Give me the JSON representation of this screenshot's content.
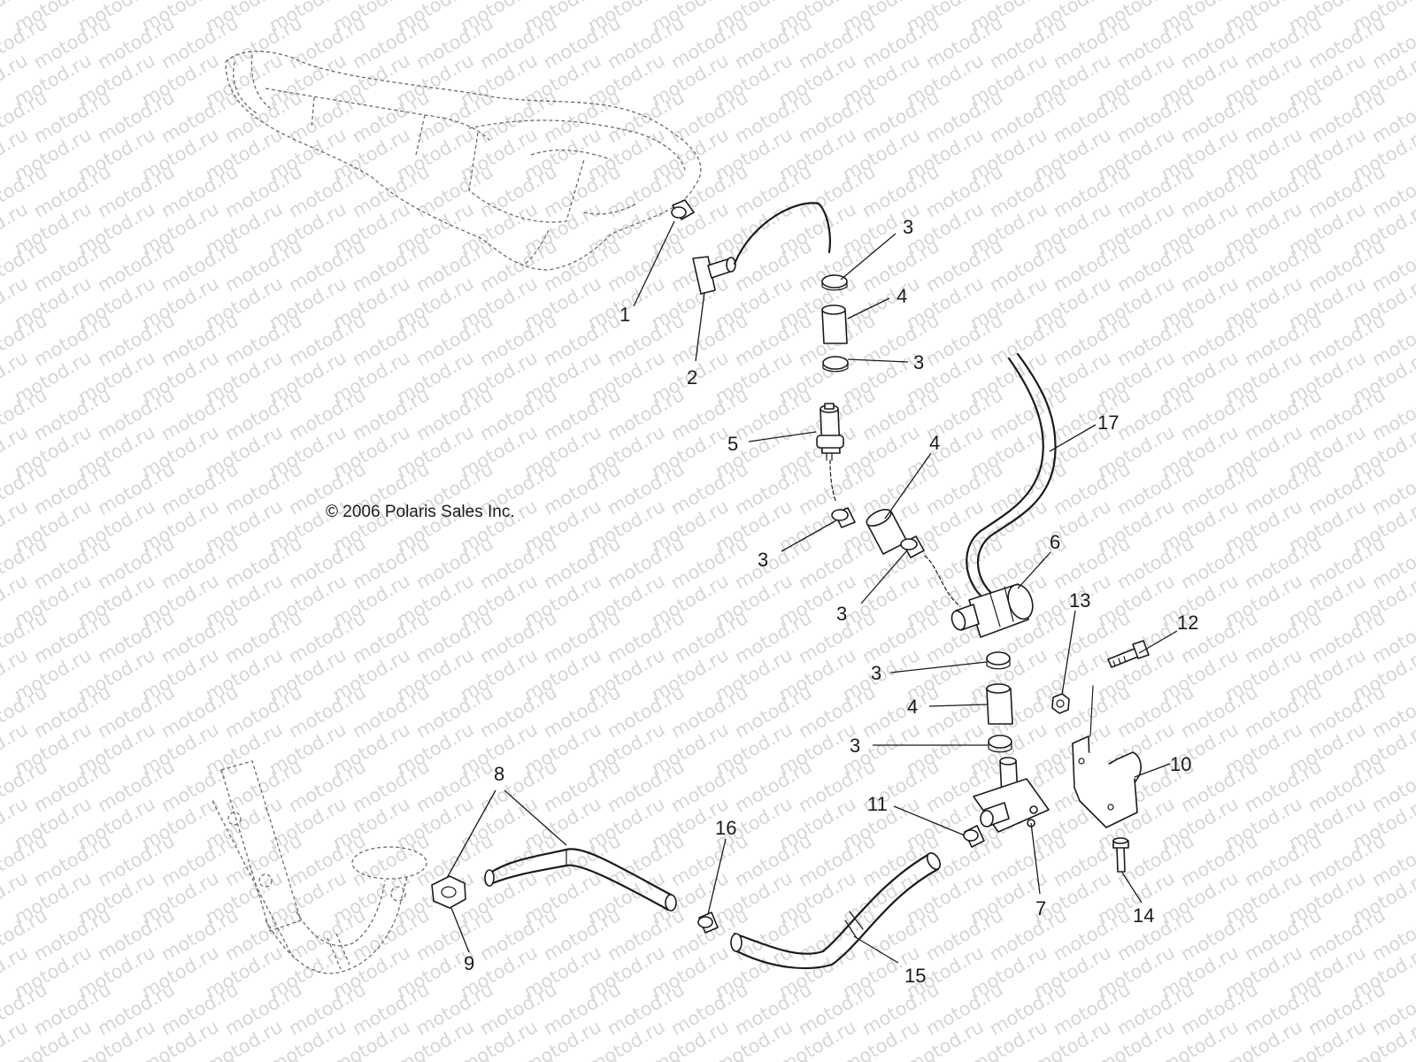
{
  "watermark_text": "motod.ru",
  "copyright": "© 2006 Polaris Sales Inc.",
  "callouts": [
    {
      "id": "c1",
      "text": "1"
    },
    {
      "id": "c2",
      "text": "2"
    },
    {
      "id": "c3a",
      "text": "3"
    },
    {
      "id": "c4a",
      "text": "4"
    },
    {
      "id": "c3b",
      "text": "3"
    },
    {
      "id": "c17",
      "text": "17"
    },
    {
      "id": "c5",
      "text": "5"
    },
    {
      "id": "c4b",
      "text": "4"
    },
    {
      "id": "c3c",
      "text": "3"
    },
    {
      "id": "c3d",
      "text": "3"
    },
    {
      "id": "c6",
      "text": "6"
    },
    {
      "id": "c13",
      "text": "13"
    },
    {
      "id": "c12",
      "text": "12"
    },
    {
      "id": "c3e",
      "text": "3"
    },
    {
      "id": "c4c",
      "text": "4"
    },
    {
      "id": "c3f",
      "text": "3"
    },
    {
      "id": "c10",
      "text": "10"
    },
    {
      "id": "c8",
      "text": "8"
    },
    {
      "id": "c11",
      "text": "11"
    },
    {
      "id": "c16",
      "text": "16"
    },
    {
      "id": "c7",
      "text": "7"
    },
    {
      "id": "c14",
      "text": "14"
    },
    {
      "id": "c9",
      "text": "9"
    },
    {
      "id": "c15",
      "text": "15"
    }
  ]
}
